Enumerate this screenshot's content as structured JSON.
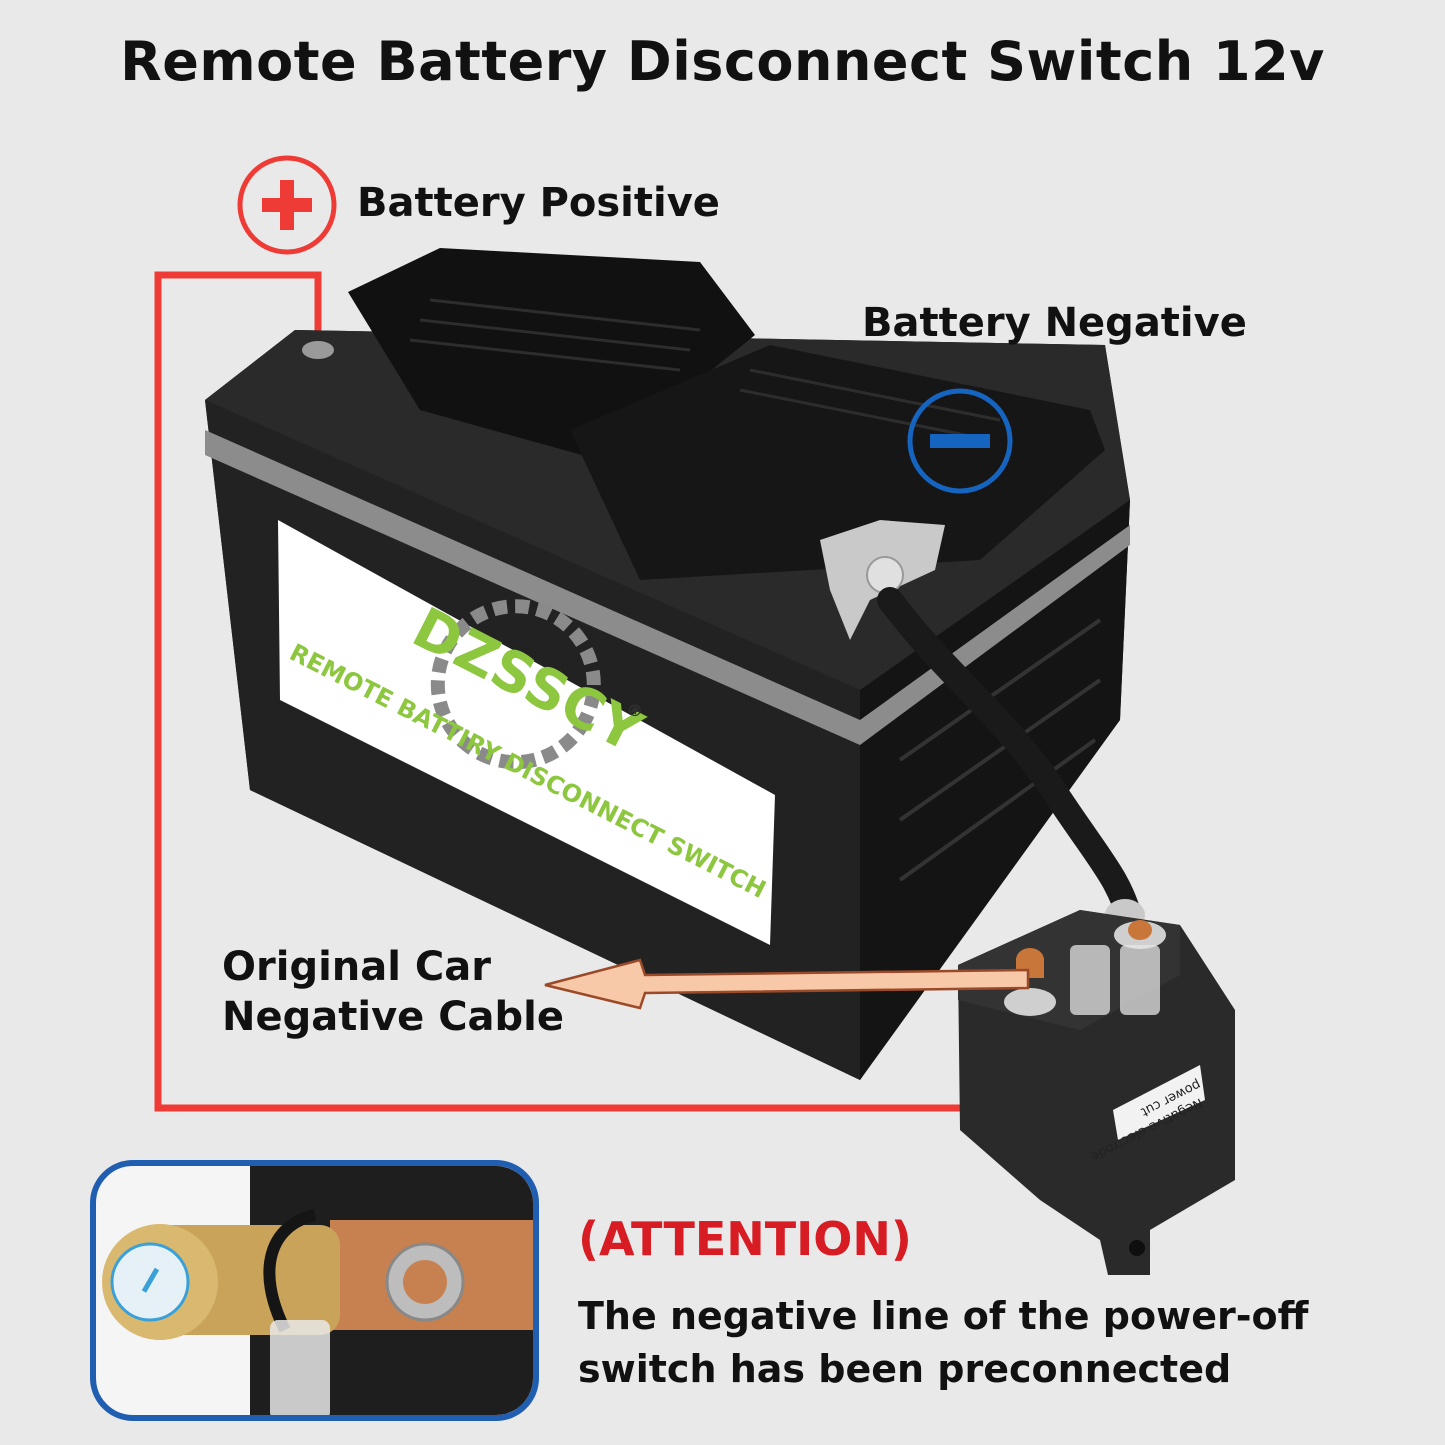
{
  "title": "Remote Battery Disconnect Switch 12v",
  "labels": {
    "battery_positive": "Battery Positive",
    "battery_negative": "Battery Negative",
    "original_cable_line1": "Original Car",
    "original_cable_line2": "Negative Cable"
  },
  "attention": {
    "heading": "(ATTENTION)",
    "body": "The negative line of the power-off switch has been preconnected"
  },
  "battery_label": {
    "brand": "DZSSCY",
    "registered_mark": "®",
    "tagline": "REMOTE BATTIRY DISCONNECT SWITCH"
  },
  "switch_sticker": {
    "line1": "power cut",
    "line2": "Negative electrode"
  },
  "colors": {
    "positive": "#ee3b35",
    "negative": "#1565c0",
    "attention": "#d71c24",
    "brand_green": "#8dc63f",
    "inset_border": "#1f5eb0",
    "arrow_fill": "#f7c9a8"
  },
  "icons": {
    "positive": "plus-icon",
    "negative": "minus-icon"
  }
}
